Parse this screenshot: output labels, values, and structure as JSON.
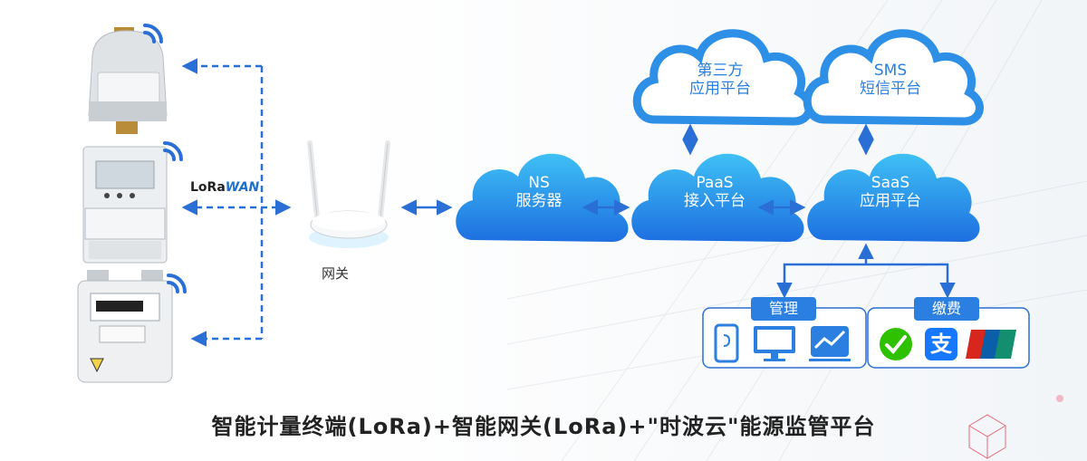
{
  "nodes": {
    "third_party": {
      "line1": "第三方",
      "line2": "应用平台"
    },
    "sms": {
      "line1": "SMS",
      "line2": "短信平台"
    },
    "ns": {
      "line1": "NS",
      "line2": "服务器"
    },
    "paas": {
      "line1": "PaaS",
      "line2": "接入平台"
    },
    "saas": {
      "line1": "SaaS",
      "line2": "应用平台"
    },
    "gateway": {
      "label": "网关"
    }
  },
  "protocol": {
    "lo_ra": "LoRa",
    "wan": "WAN"
  },
  "groups": {
    "management": {
      "label": "管理"
    },
    "payment": {
      "label": "缴费"
    }
  },
  "caption": "智能计量终端(LoRa)+智能网关(LoRa)+\"时波云\"能源监管平台",
  "colors": {
    "cloud_light": "#3fc0f5",
    "cloud_dark": "#1d6fe0",
    "arrow": "#2a6fd6",
    "wechat_green": "#2dc100",
    "alipay_blue": "#1677ff",
    "unionpay_red": "#d7261e",
    "unionpay_blue": "#0b5ea8"
  },
  "icons": [
    "wifi-signal-icon",
    "phone-app-icon",
    "monitor-icon",
    "chart-icon",
    "wechat-icon",
    "alipay-icon",
    "unionpay-icon"
  ]
}
